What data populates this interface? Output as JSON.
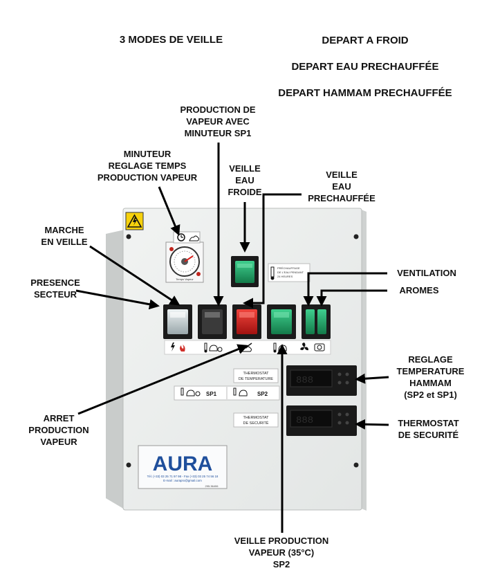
{
  "header": {
    "modes_title": "3 MODES DE VEILLE",
    "start_modes": [
      "DEPART A FROID",
      "DEPART EAU PRECHAUFFÉE",
      "DEPART HAMMAM PRECHAUFFÉE"
    ]
  },
  "labels": {
    "production_vapeur_minuteur": "PRODUCTION DE\nVAPEUR AVEC\nMINUTEUR SP1",
    "minuteur": "MINUTEUR\nREGLAGE TEMPS\nPRODUCTION VAPEUR",
    "veille_eau_froide": "VEILLE\nEAU\nFROIDE",
    "veille_eau_prechauffee": "VEILLE\nEAU\nPRECHAUFFÉE",
    "marche_en_veille": "MARCHE\nEN VEILLE",
    "presence_secteur": "PRESENCE\nSECTEUR",
    "ventilation": "VENTILATION",
    "aromes": "AROMES",
    "reglage_temperature": "REGLAGE\nTEMPERATURE\nHAMMAM\n(SP2 et SP1)",
    "thermostat_securite": "THERMOSTAT\nDE SECURITÉ",
    "arret_production": "ARRET\nPRODUCTION\nVAPEUR",
    "veille_production": "VEILLE PRODUCTION\nVAPEUR (35°C)\nSP2"
  },
  "panel": {
    "brand": "AURA",
    "contact_line1": "Tél. (+33) 03 25 71 97 98 - Fax (+33) 03 25 74 56 18",
    "contact_line2": "E-mail : aurapro@gmail.com",
    "plate_code": "295.36406",
    "timer_caption": "Temps Vapeur",
    "preheat_note": [
      "PRÉCHAUFFAGE",
      "DE L'EAU PENDANT",
      "24 HEURES"
    ],
    "thermostat_temp_label": [
      "THERMOSTAT",
      "DE TEMPERATURE"
    ],
    "thermostat_secu_label": [
      "THERMOSTAT",
      "DE SECURITÉ"
    ],
    "sp1": "SP1",
    "sp2": "SP2"
  },
  "colors": {
    "switch_red": "#d8201c",
    "switch_green": "#1f9e63",
    "switch_clear": "#c9d3d6",
    "switch_dark": "#2b2b2b",
    "panel_body": "#eceeed",
    "brand_blue": "#1f4f9c"
  }
}
